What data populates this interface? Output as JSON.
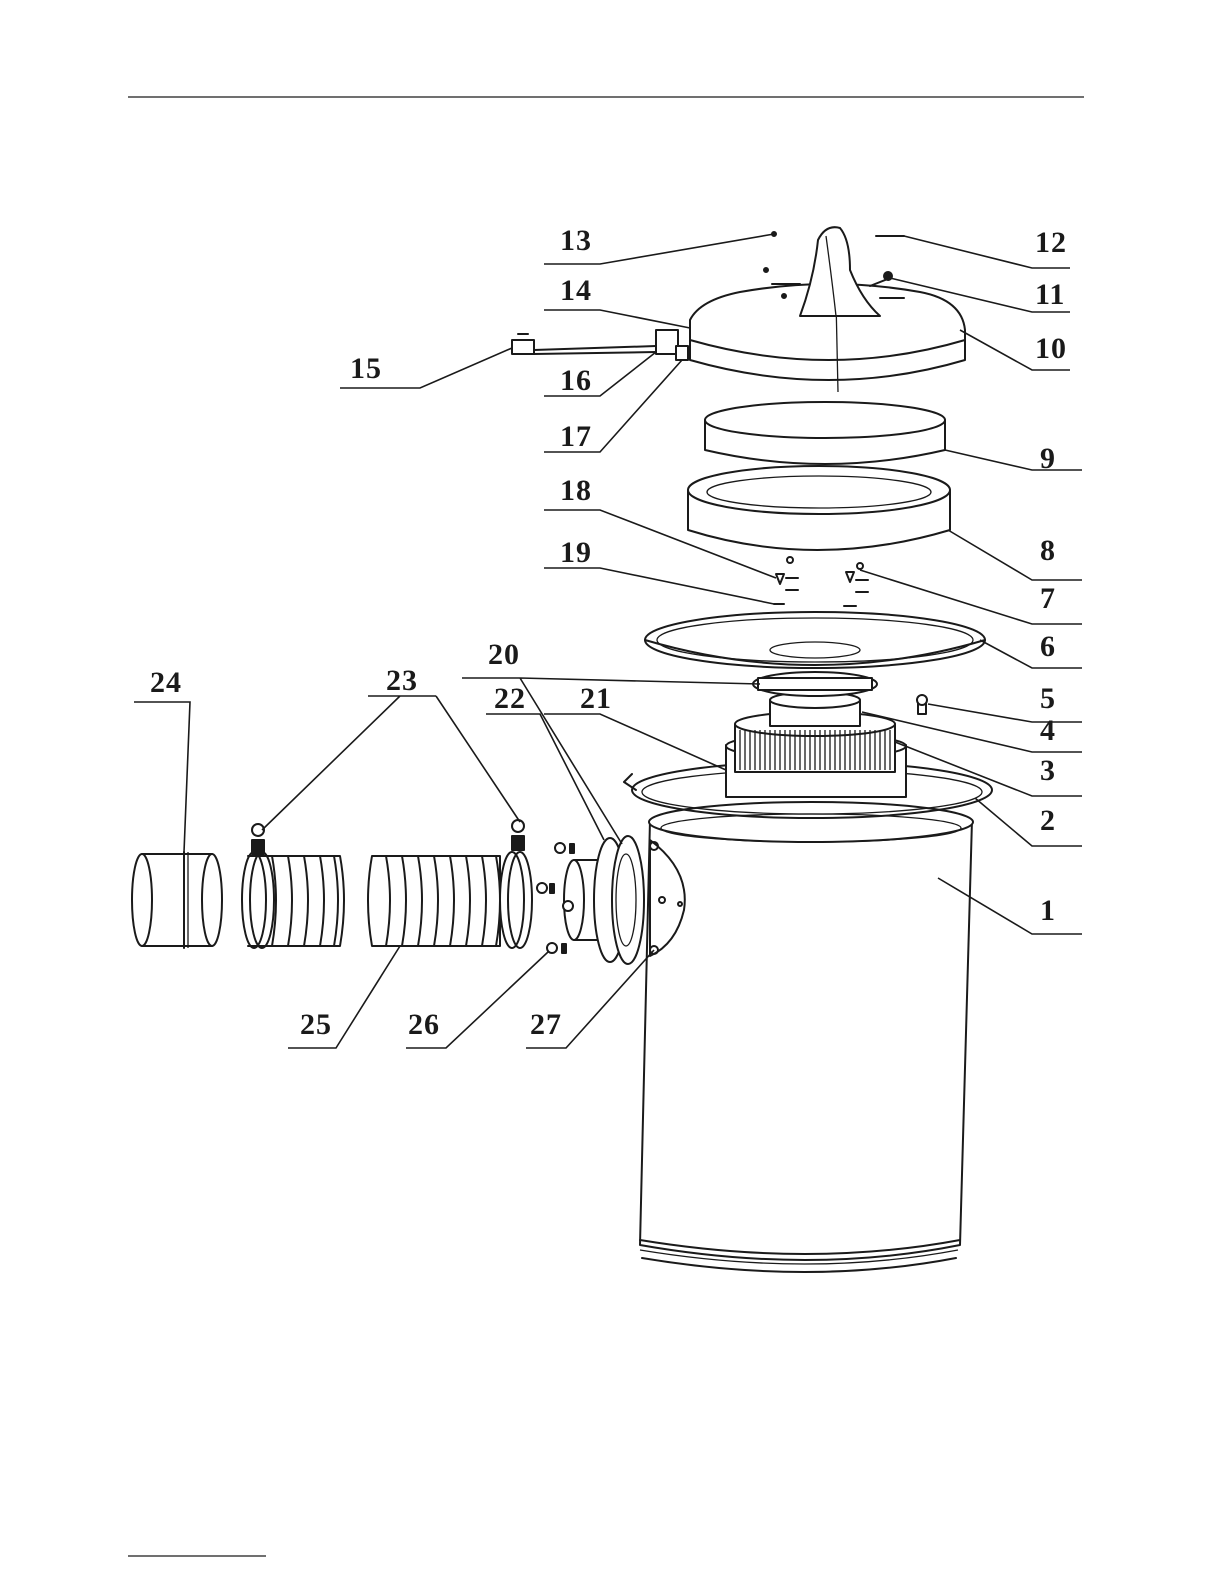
{
  "diagram": {
    "part_numbers": [
      "1",
      "2",
      "3",
      "4",
      "5",
      "6",
      "7",
      "8",
      "9",
      "10",
      "11",
      "12",
      "13",
      "14",
      "15",
      "16",
      "17",
      "18",
      "19",
      "20",
      "21",
      "22",
      "23",
      "24",
      "25",
      "26",
      "27"
    ]
  }
}
